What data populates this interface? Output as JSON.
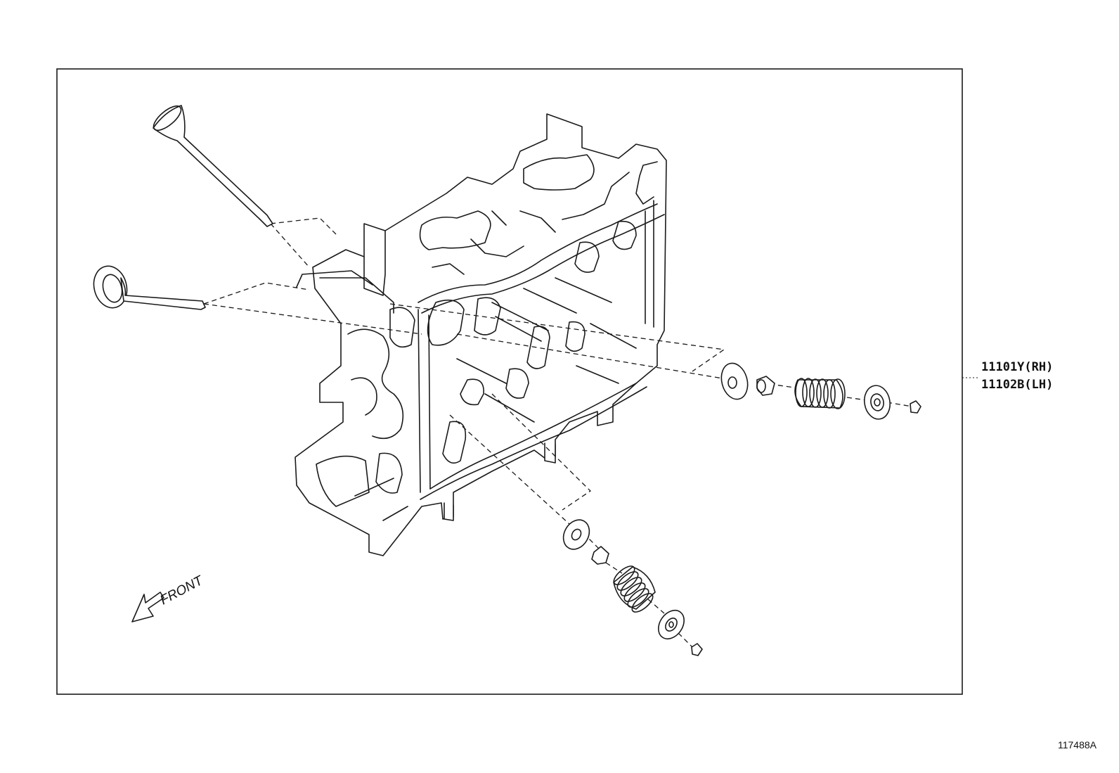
{
  "part_label": {
    "line1": "11101Y(RH)",
    "line2": "11102B(LH)"
  },
  "direction_label": "FRONT",
  "figure_number": "117488A"
}
